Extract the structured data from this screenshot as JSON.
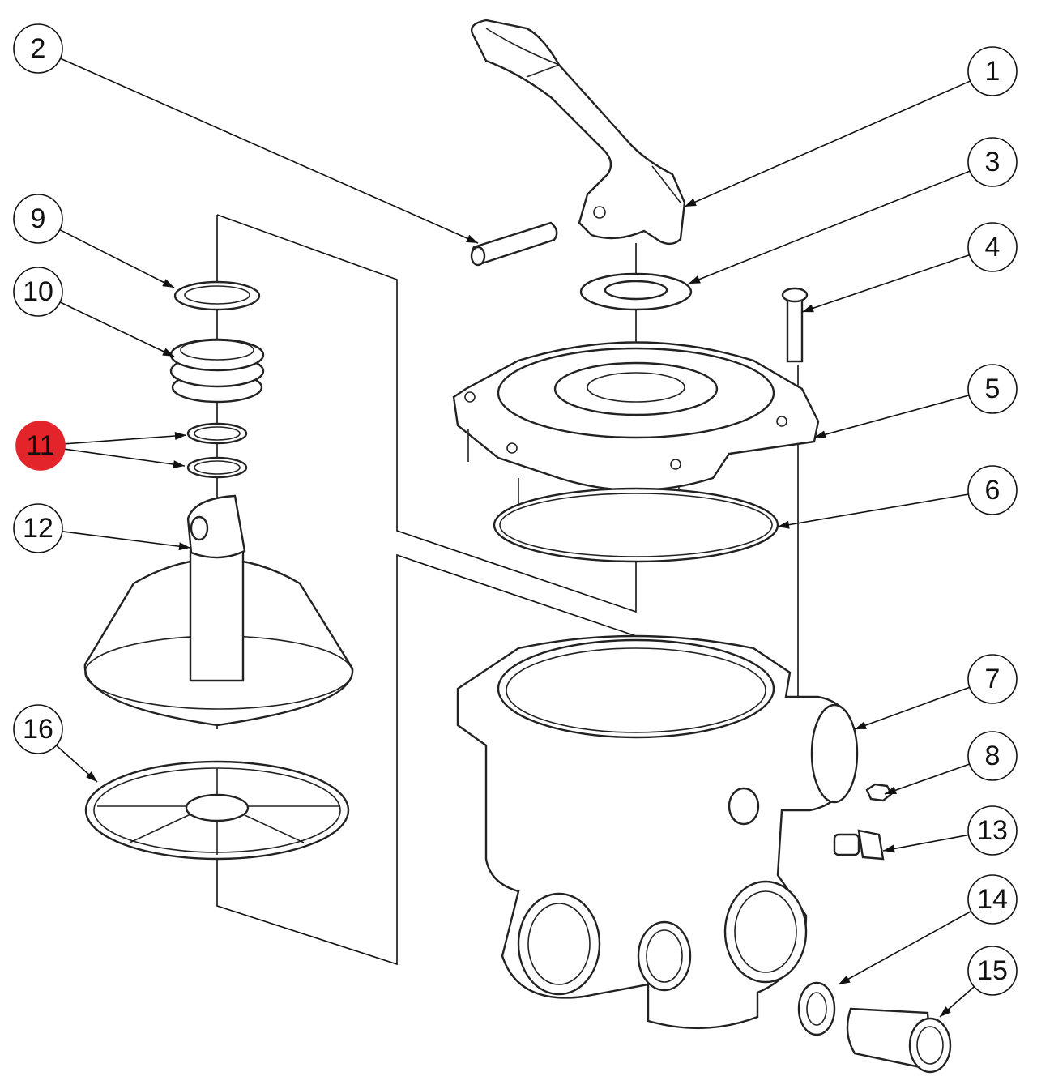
{
  "diagram": {
    "type": "exploded-parts-diagram",
    "highlight_color": "#e3242b",
    "line_color": "#111111",
    "callouts": [
      {
        "label": "1",
        "highlighted": false
      },
      {
        "label": "2",
        "highlighted": false
      },
      {
        "label": "3",
        "highlighted": false
      },
      {
        "label": "4",
        "highlighted": false
      },
      {
        "label": "5",
        "highlighted": false
      },
      {
        "label": "6",
        "highlighted": false
      },
      {
        "label": "7",
        "highlighted": false
      },
      {
        "label": "8",
        "highlighted": false
      },
      {
        "label": "9",
        "highlighted": false
      },
      {
        "label": "10",
        "highlighted": false
      },
      {
        "label": "11",
        "highlighted": true
      },
      {
        "label": "12",
        "highlighted": false
      },
      {
        "label": "13",
        "highlighted": false
      },
      {
        "label": "14",
        "highlighted": false
      },
      {
        "label": "15",
        "highlighted": false
      },
      {
        "label": "16",
        "highlighted": false
      }
    ]
  }
}
